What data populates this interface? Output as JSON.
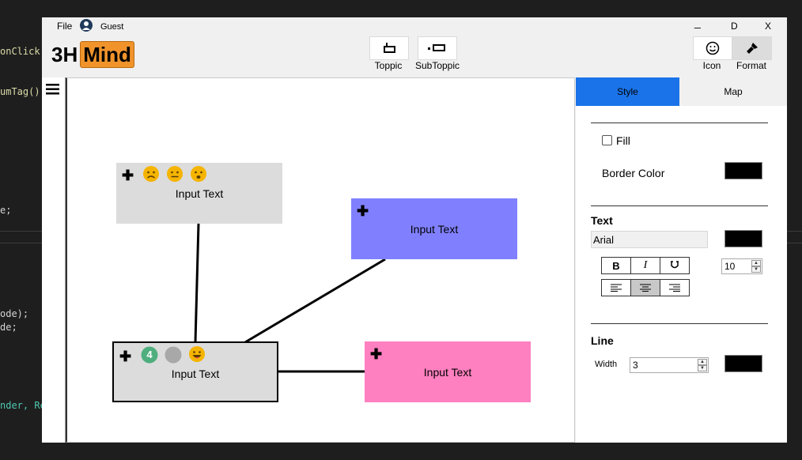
{
  "code_fragments": [
    "onClick",
    "umTag()",
    "e;",
    "ode);",
    "de;",
    "nder,",
    "Re"
  ],
  "menu": {
    "file": "File",
    "user": "Guest"
  },
  "logo": {
    "part1": "3H",
    "part2": "Mind"
  },
  "toolbar": {
    "topic_label": "Toppic",
    "subtopic_label": "SubToppic"
  },
  "window": {
    "minimize": "_",
    "maximize": "D",
    "close": "X"
  },
  "right_toolbar": {
    "icon_label": "Icon",
    "format_label": "Format"
  },
  "canvas": {
    "nodes": [
      {
        "text": "Input Text",
        "color": "#dcdcdc",
        "emojis": [
          "sad",
          "neutral",
          "worried"
        ]
      },
      {
        "text": "Input Text",
        "color": "#8080ff",
        "emojis": []
      },
      {
        "text": "Input Text",
        "color": "#dcdcdc",
        "badge": "4",
        "emojis": [
          "blank",
          "grin"
        ]
      },
      {
        "text": "Input Text",
        "color": "#ff80c0",
        "emojis": []
      }
    ]
  },
  "panel": {
    "tabs": {
      "style": "Style",
      "map": "Map"
    },
    "fill_label": "Fill",
    "border_color_label": "Border Color",
    "text_header": "Text",
    "font": "Arial",
    "font_size": "10",
    "bold_label": "B",
    "italic_label": "I",
    "underline_label": "U",
    "line_header": "Line",
    "width_label": "Width",
    "width_value": "3",
    "colors": {
      "accent": "#1a73e8",
      "swatch": "#000000"
    }
  }
}
